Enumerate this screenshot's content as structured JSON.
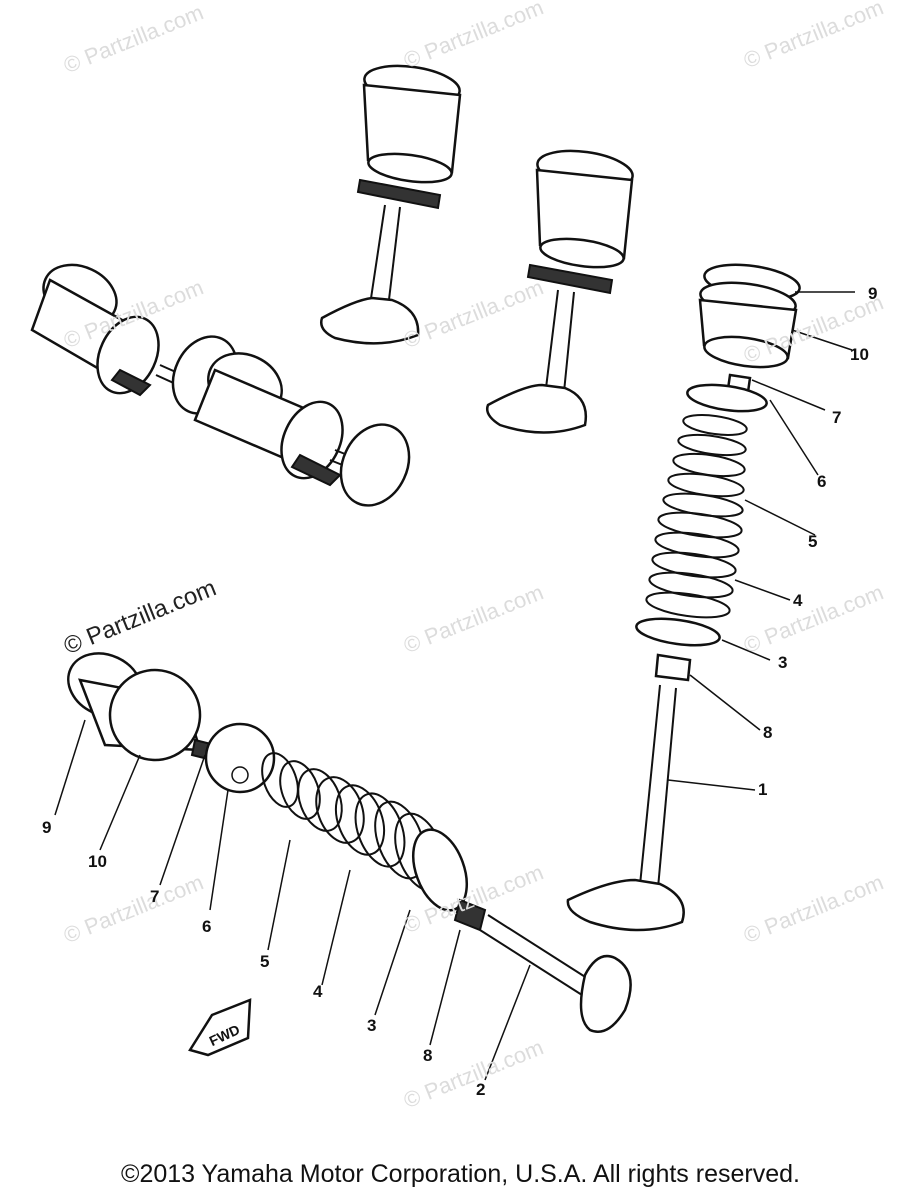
{
  "watermarks": [
    {
      "text": "© Partzilla.com",
      "style": "light"
    },
    {
      "text": "© Partzilla.com",
      "style": "light"
    },
    {
      "text": "© Partzilla.com",
      "style": "light"
    },
    {
      "text": "© Partzilla.com",
      "style": "light"
    },
    {
      "text": "© Partzilla.com",
      "style": "light"
    },
    {
      "text": "© Partzilla.com",
      "style": "light"
    },
    {
      "text": "© Partzilla.com",
      "style": "strong"
    },
    {
      "text": "© Partzilla.com",
      "style": "light"
    },
    {
      "text": "© Partzilla.com",
      "style": "light"
    },
    {
      "text": "© Partzilla.com",
      "style": "light"
    },
    {
      "text": "© Partzilla.com",
      "style": "light"
    },
    {
      "text": "© Partzilla.com",
      "style": "light"
    },
    {
      "text": "© Partzilla.com",
      "style": "light"
    }
  ],
  "callouts_right": [
    "9",
    "10",
    "7",
    "6",
    "5",
    "4",
    "3",
    "8",
    "1"
  ],
  "callouts_bottom": [
    "9",
    "10",
    "7",
    "6",
    "5",
    "4",
    "3",
    "8",
    "2"
  ],
  "fwd_label": "FWD",
  "copyright": "©2013 Yamaha Motor Corporation, U.S.A. All rights reserved."
}
